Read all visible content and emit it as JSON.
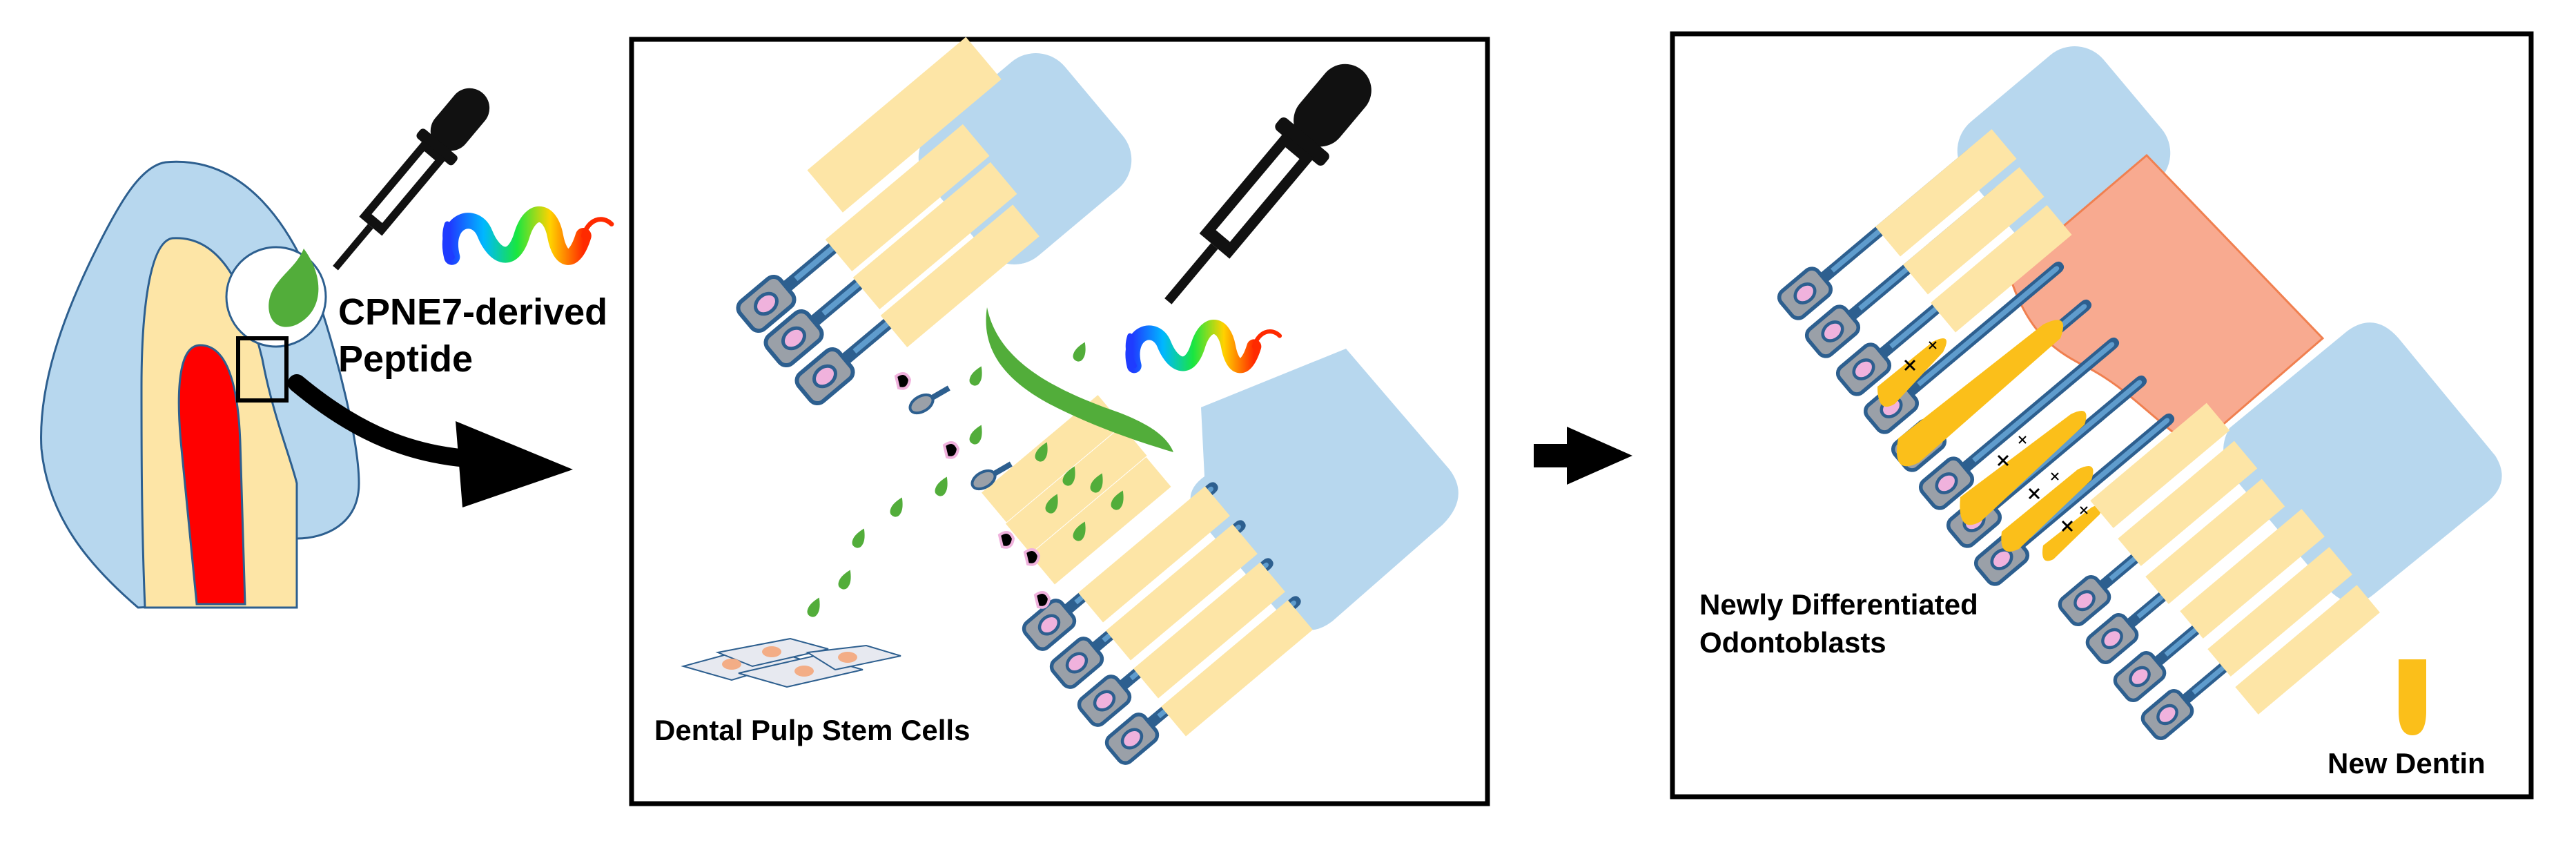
{
  "labels": {
    "peptide": [
      "CPNE7-derived",
      "Peptide"
    ],
    "stem_cells": "Dental Pulp Stem Cells",
    "odontoblasts": [
      "Newly Differentiated",
      "Odontoblasts"
    ],
    "new_dentin": "New Dentin"
  },
  "colors": {
    "enamel": "#b7d7ee",
    "dentin": "#fde5a6",
    "pulp": "#ff0000",
    "cell_body": "#9aa0a8",
    "cell_outline": "#2d5f8f",
    "nucleus": "#f0b2dd",
    "peptide_drop": "#52ad3a",
    "new_dentin": "#fbbf1a",
    "material": "#f8aa90",
    "stem_cell": "#e7e9f0",
    "stem_nucleus": "#f3ad86"
  },
  "icons": [
    "tooth-icon",
    "dropper-icon",
    "helix-icon",
    "arrow-icon",
    "odontoblast-icon"
  ]
}
